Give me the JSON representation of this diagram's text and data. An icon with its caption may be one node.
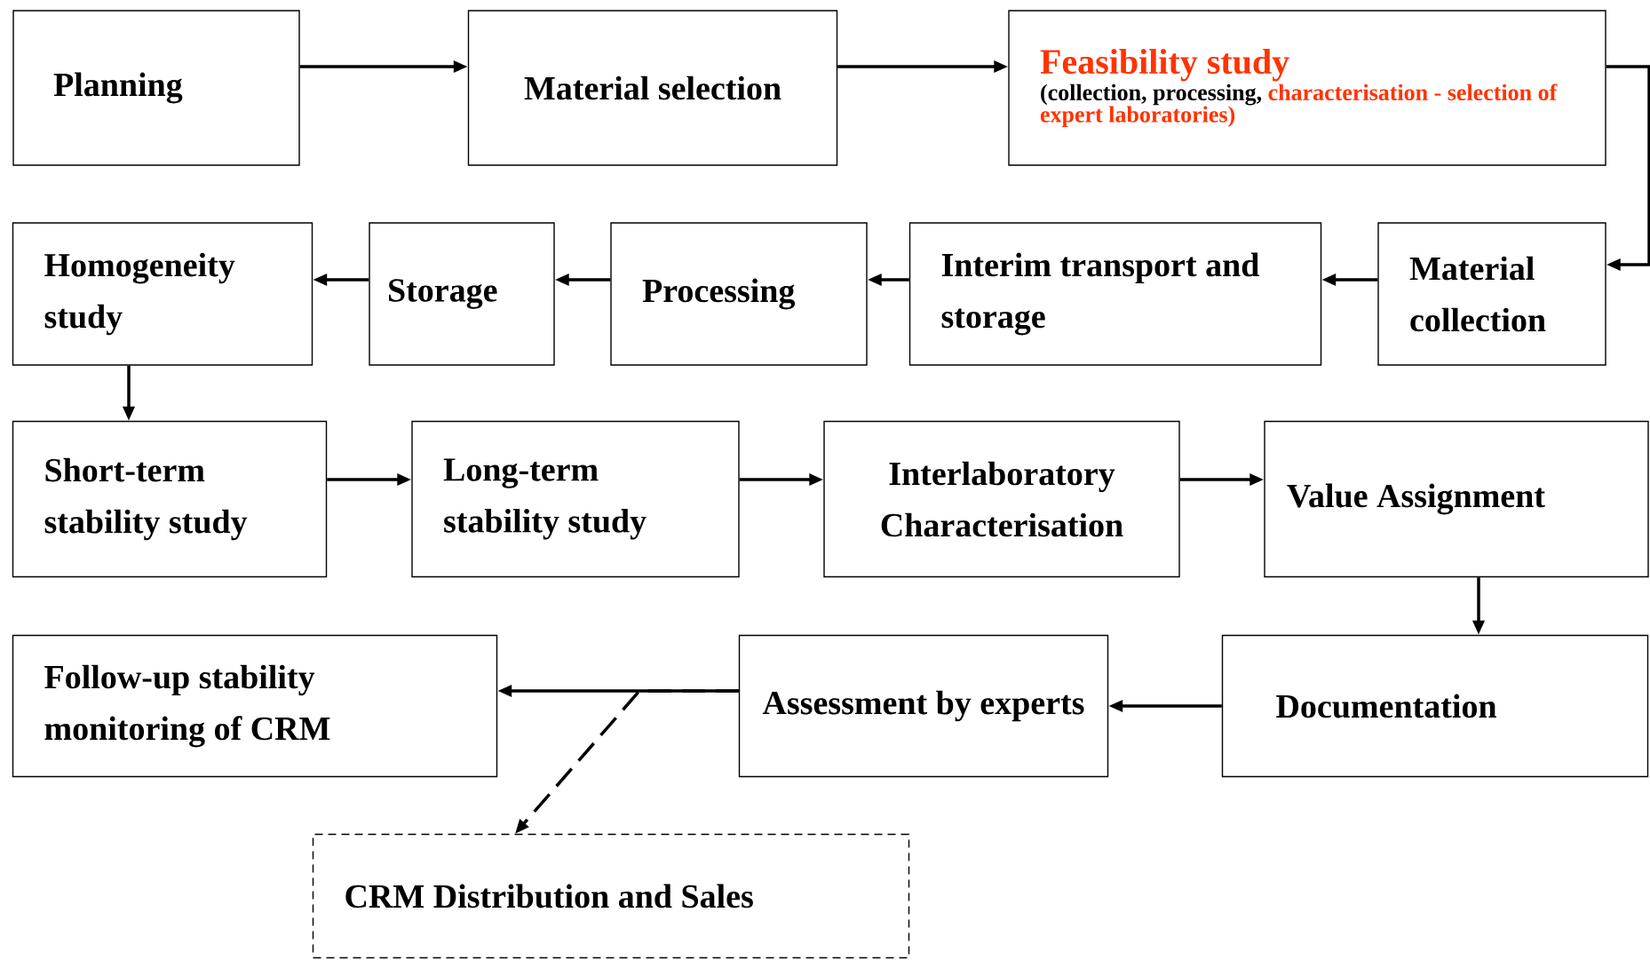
{
  "diagram": {
    "nodes": [
      {
        "text": [
          "Planning"
        ]
      },
      {
        "text": [
          "Material selection"
        ]
      },
      {
        "text": [
          "Feasibility study",
          "(collection, processing,",
          "characterisation - selection of expert laboratories)"
        ]
      },
      {
        "text": [
          "Homogeneity study"
        ]
      },
      {
        "text": [
          "Storage"
        ]
      },
      {
        "text": [
          "Processing"
        ]
      },
      {
        "text": [
          "Interim transport and storage"
        ]
      },
      {
        "text": [
          "Material collection"
        ]
      },
      {
        "text": [
          "Short-term stability study"
        ]
      },
      {
        "text": [
          "Long-term stability study"
        ]
      },
      {
        "text": [
          "Interlaboratory Characterisation"
        ]
      },
      {
        "text": [
          "Value Assignment"
        ]
      },
      {
        "text": [
          "Follow-up stability monitoring of CRM"
        ]
      },
      {
        "text": [
          "Assessment by experts"
        ]
      },
      {
        "text": [
          "Documentation"
        ]
      },
      {
        "text": [
          "CRM Distribution and Sales"
        ]
      }
    ],
    "edges": [
      {
        "from": 0,
        "to": 1,
        "arrow": "to"
      },
      {
        "from": 1,
        "to": 2,
        "arrow": "to"
      },
      {
        "from": 2,
        "to": 7,
        "arrow": "to"
      },
      {
        "from": 7,
        "to": 6,
        "arrow": "to"
      },
      {
        "from": 6,
        "to": 5,
        "arrow": "to"
      },
      {
        "from": 5,
        "to": 4,
        "arrow": "to"
      },
      {
        "from": 4,
        "to": 3,
        "arrow": "to"
      },
      {
        "from": 3,
        "to": 8,
        "arrow": "to"
      },
      {
        "from": 8,
        "to": 9,
        "arrow": "to"
      },
      {
        "from": 9,
        "to": 10,
        "arrow": "to"
      },
      {
        "from": 10,
        "to": 11,
        "arrow": "to"
      },
      {
        "from": 11,
        "to": 14,
        "arrow": "to"
      },
      {
        "from": 14,
        "to": 13,
        "arrow": "to"
      },
      {
        "from": 13,
        "to": 12,
        "arrow": "to"
      },
      {
        "from": 13,
        "to": 15,
        "arrow": "to",
        "style": "dashed"
      }
    ]
  }
}
